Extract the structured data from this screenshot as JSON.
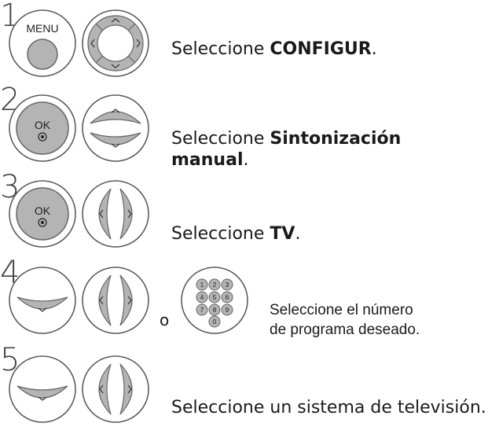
{
  "steps": [
    {
      "number": "1",
      "prefix": "Seleccione ",
      "bold": "CONFIGUR",
      "suffix": "."
    },
    {
      "number": "2",
      "prefix": "Seleccione ",
      "bold": "Sintonización",
      "bold2": "manual",
      "suffix": "."
    },
    {
      "number": "3",
      "prefix": "Seleccione ",
      "bold": "TV",
      "suffix": "."
    },
    {
      "number": "4",
      "or_label": "o",
      "line1": "Seleccione el número",
      "line2": "de programa deseado."
    },
    {
      "number": "5",
      "text": "Seleccione un sistema de televisión."
    }
  ],
  "buttons": {
    "menu": "MENU",
    "ok": "OK",
    "keypad": [
      "1",
      "2",
      "3",
      "4",
      "5",
      "6",
      "7",
      "8",
      "9",
      "0"
    ]
  },
  "colors": {
    "button_fill": "#b4b4b4",
    "outline": "#555555"
  }
}
